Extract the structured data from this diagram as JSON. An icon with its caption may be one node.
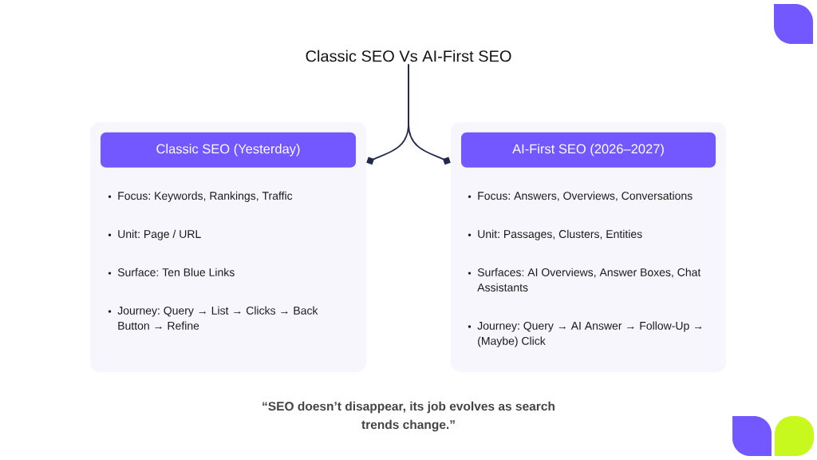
{
  "diagram": {
    "nodes": [
      {
        "text": [
          "Classic SEO Vs AI-First SEO"
        ]
      },
      {
        "text": [
          "Focus: Keywords, Rankings, Traffic",
          "Unit: Page / URL",
          "Surface: Ten Blue Links",
          "Journey: Query → List → Clicks → Back Button → Refine"
        ]
      },
      {
        "text": [
          "Classic SEO (Yesterday)"
        ],
        "in": 1
      },
      {
        "text": [
          "Focus: Answers, Overviews, Conversations",
          "Unit: Passages, Clusters, Entities",
          "Surfaces: AI Overviews, Answer Boxes, Chat Assistants",
          "Journey: Query → AI Answer → Follow-Up → (Maybe) Click"
        ]
      },
      {
        "text": [
          "AI-First SEO (2026–2027)"
        ],
        "in": 3
      }
    ],
    "edges": [
      {
        "from": 0,
        "to": 1,
        "arrow": "other"
      },
      {
        "from": 0,
        "to": 3,
        "arrow": "other"
      }
    ],
    "caption": "“SEO doesn’t disappear, its job evolves as search trends change.”"
  }
}
